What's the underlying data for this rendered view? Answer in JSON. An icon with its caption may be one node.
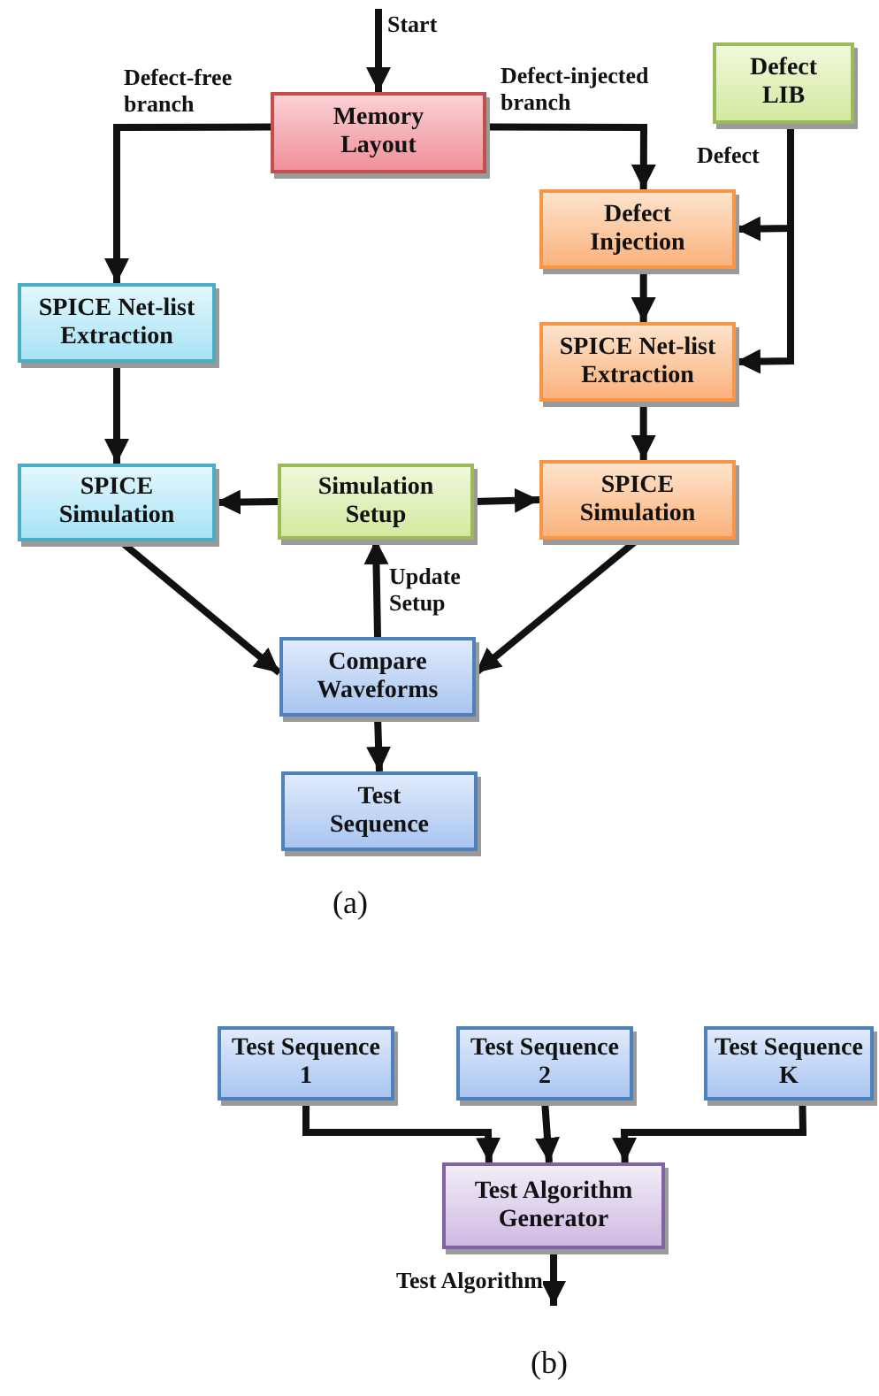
{
  "diagram": {
    "nodes": [
      {
        "text": [
          "Memory Layout"
        ]
      },
      {
        "text": [
          "Defect LIB"
        ]
      },
      {
        "text": [
          "Defect Injection"
        ]
      },
      {
        "text": [
          "SPICE Net-list Extraction"
        ]
      },
      {
        "text": [
          "SPICE Net-list Extraction"
        ]
      },
      {
        "text": [
          "SPICE Simulation"
        ]
      },
      {
        "text": [
          "Simulation Setup"
        ]
      },
      {
        "text": [
          "SPICE Simulation"
        ]
      },
      {
        "text": [
          "Compare Waveforms"
        ]
      },
      {
        "text": [
          "Test Sequence"
        ]
      },
      {
        "text": [
          "Test Sequence 1"
        ]
      },
      {
        "text": [
          "Test Sequence 2"
        ]
      },
      {
        "text": [
          "Test Sequence K"
        ]
      },
      {
        "text": [
          "Test Algorithm Generator"
        ]
      }
    ],
    "edges": [
      {
        "from": null,
        "to": 0,
        "arrow": "to",
        "label": "Start"
      },
      {
        "from": 0,
        "to": 3,
        "arrow": "to",
        "label": "Defect-free branch"
      },
      {
        "from": 0,
        "to": 2,
        "arrow": "to",
        "label": "Defect-injected branch"
      },
      {
        "from": 1,
        "to": 2,
        "arrow": "to",
        "label": "Defect"
      },
      {
        "from": 1,
        "to": 4,
        "arrow": "to"
      },
      {
        "from": 2,
        "to": 4,
        "arrow": "to"
      },
      {
        "from": 3,
        "to": 5,
        "arrow": "to"
      },
      {
        "from": 4,
        "to": 7,
        "arrow": "to"
      },
      {
        "from": 6,
        "to": 5,
        "arrow": "to"
      },
      {
        "from": 6,
        "to": 7,
        "arrow": "to"
      },
      {
        "from": 5,
        "to": 8,
        "arrow": "to"
      },
      {
        "from": 7,
        "to": 8,
        "arrow": "to"
      },
      {
        "from": 8,
        "to": 6,
        "arrow": "to",
        "label": "Update Setup"
      },
      {
        "from": 8,
        "to": 9,
        "arrow": "to"
      },
      {
        "from": 10,
        "to": 13,
        "arrow": "to"
      },
      {
        "from": 11,
        "to": 13,
        "arrow": "to"
      },
      {
        "from": 12,
        "to": 13,
        "arrow": "to"
      },
      {
        "from": 13,
        "to": null,
        "arrow": "to",
        "label": "Test Algorithm"
      }
    ],
    "labels": [
      "(a)",
      "(b)"
    ]
  }
}
